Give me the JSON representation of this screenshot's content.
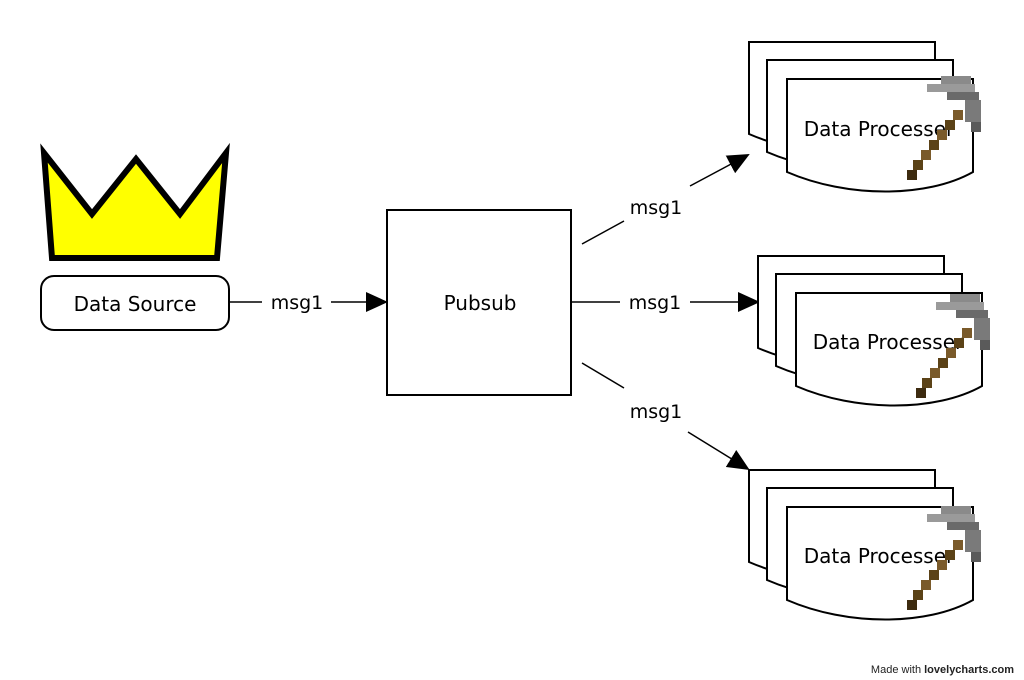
{
  "nodes": {
    "source_label": "Data Source",
    "pubsub_label": "Pubsub",
    "processors": [
      {
        "label": "Data Processer"
      },
      {
        "label": "Data Processer"
      },
      {
        "label": "Data Processer"
      }
    ]
  },
  "edges": [
    {
      "label": "msg1"
    },
    {
      "label": "msg1"
    },
    {
      "label": "msg1"
    },
    {
      "label": "msg1"
    }
  ],
  "colors": {
    "crown": "#ffff00",
    "stroke": "#000000",
    "pick_head": "#8a8a8a",
    "pick_head_dark": "#5a5a5a",
    "pick_handle": "#7a5a2a",
    "pick_handle_dark": "#3d2b10"
  },
  "icons": {
    "source": "crown-icon",
    "processor": "pickaxe-icon"
  },
  "footer": {
    "made_with": "Made with",
    "brand": "lovelycharts.com"
  }
}
